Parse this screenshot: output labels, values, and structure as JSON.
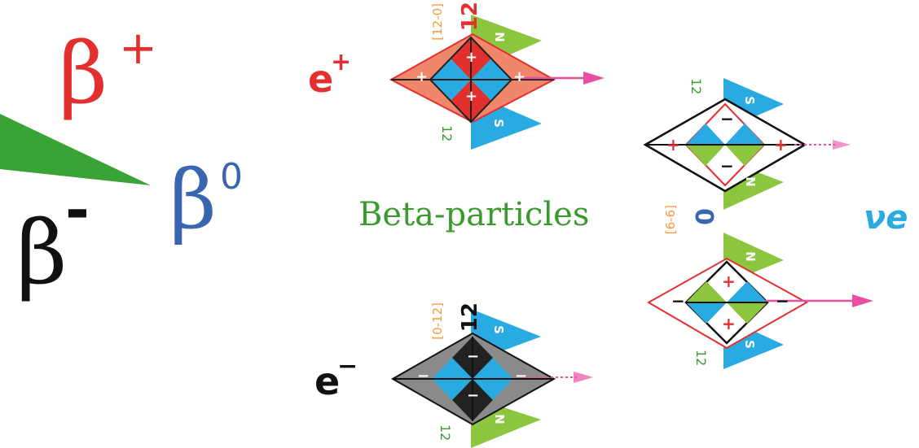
{
  "colors": {
    "red": "#e3302f",
    "blue": "#3a66b0",
    "black": "#111111",
    "green": "#3b9a2e",
    "green_triangle": "#8cc63f",
    "cyan_triangle": "#29abe2",
    "orange_bracket": "#f39a3a",
    "pink_arrow": "#e84fa0",
    "gray_fill": "#8a8a8a",
    "salmon_fill": "#f0876b"
  },
  "beta_plus": {
    "symbol": "β",
    "charge": "+"
  },
  "beta_zero": {
    "symbol": "β",
    "charge": "0"
  },
  "beta_minus": {
    "symbol": "β",
    "charge": "-"
  },
  "caption": "Beta-particles",
  "particles": {
    "positron": {
      "label": "e",
      "charge": "+",
      "top_number": "12",
      "bracket": "[12-0]",
      "bottom_number": "12",
      "triangle_tl": "N",
      "triangle_br": "S",
      "cell_sign": "+"
    },
    "electron": {
      "label": "e",
      "charge": "−",
      "top_number": "12",
      "bracket": "[0-12]",
      "bottom_number": "12",
      "triangle_tr": "S",
      "triangle_bl": "N",
      "cell_sign": "−"
    },
    "neutrino": {
      "label": "νe",
      "center_number": "0",
      "bracket": "[6-6]",
      "upper_number": "12",
      "lower_number": "12",
      "upper_triangle_tr": "S",
      "upper_triangle_bl": "N",
      "lower_triangle_tr": "N",
      "lower_triangle_br": "S",
      "upper_sign_top": "−",
      "upper_sign_bottom": "−",
      "upper_sign_side": "+",
      "lower_sign": "+",
      "lower_sign_side": "−"
    }
  }
}
